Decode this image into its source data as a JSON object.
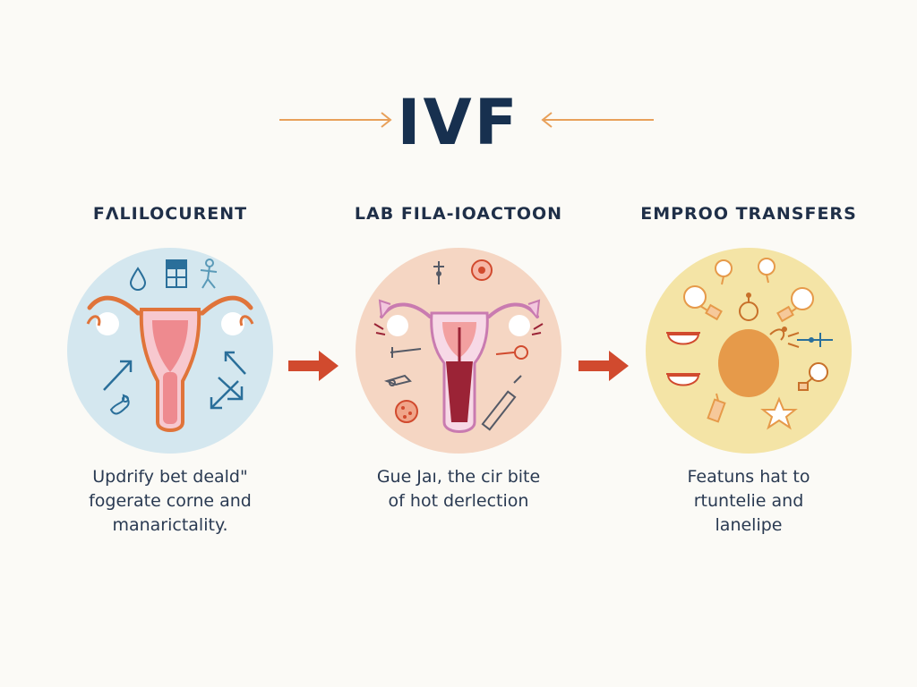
{
  "title": "IVF",
  "stages": [
    {
      "title": "FΛLILOCURENT",
      "description": [
        "Updrify bet deald\"",
        "fogerate corne and",
        "manarictality."
      ],
      "circle_color": "#d4e7ef"
    },
    {
      "title": "LAB FILA-IOACTOON",
      "description": [
        "Gue Jaı, the cir bite",
        "of hot derlection"
      ],
      "circle_color": "#f5d6c3"
    },
    {
      "title": "EMPROO TRANSFERS",
      "description": [
        "Featuns hat to",
        "rtuntelie and",
        "lanelipe"
      ],
      "circle_color": "#f4e4a6"
    }
  ],
  "colors": {
    "title": "#17304f",
    "accent_orange": "#e8a05a",
    "flow_arrow": "#d14a2e",
    "uterus_line": "#e0743a",
    "uterus_fill": "#f2a0a0",
    "uterus_dark": "#9b2336",
    "icon_blue": "#2a6f9a",
    "embryo": "#e69a4a"
  },
  "icons": {
    "stage1": [
      "droplet-icon",
      "calendar-icon",
      "person-icon",
      "arrow-up-icon",
      "arrow-down-icon",
      "follicle-icon"
    ],
    "stage2": [
      "pipette-icon",
      "egg-icon",
      "needle-icon",
      "lens-icon",
      "dish-icon",
      "syringe-icon",
      "tweezers-icon"
    ],
    "stage3": [
      "embryo-icon",
      "cell-icon",
      "bowl-icon",
      "star-icon",
      "ring-icon",
      "pipette-icon",
      "lamp-icon"
    ]
  }
}
